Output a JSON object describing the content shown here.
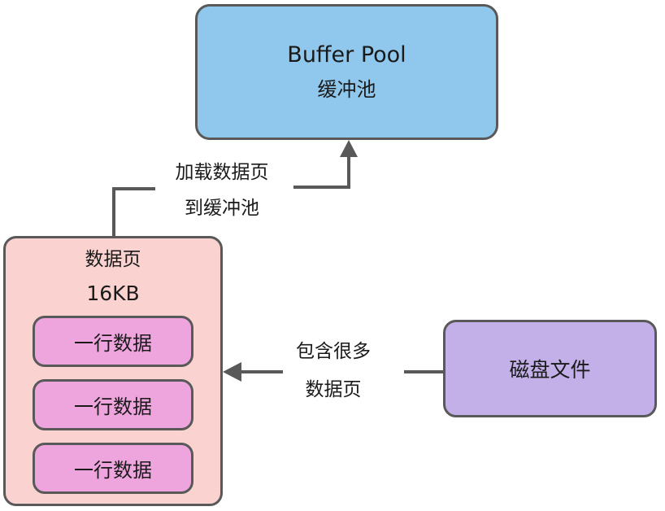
{
  "buffer_pool": {
    "title": "Buffer Pool",
    "subtitle": "缓冲池"
  },
  "data_page": {
    "title": "数据页",
    "size": "16KB",
    "rows": [
      "一行数据",
      "一行数据",
      "一行数据"
    ]
  },
  "disk_file": {
    "label": "磁盘文件"
  },
  "load_arrow": {
    "line1": "加载数据页",
    "line2": "到缓冲池"
  },
  "contains_arrow": {
    "line1": "包含很多",
    "line2": "数据页"
  },
  "colors": {
    "buffer_pool_fill": "#90C7EC",
    "data_page_fill": "#FAD3D0",
    "row_fill": "#EEA5DE",
    "disk_file_fill": "#C3B0E8",
    "stroke": "#595959",
    "text": "#1a1a1a",
    "background": "#ffffff"
  }
}
